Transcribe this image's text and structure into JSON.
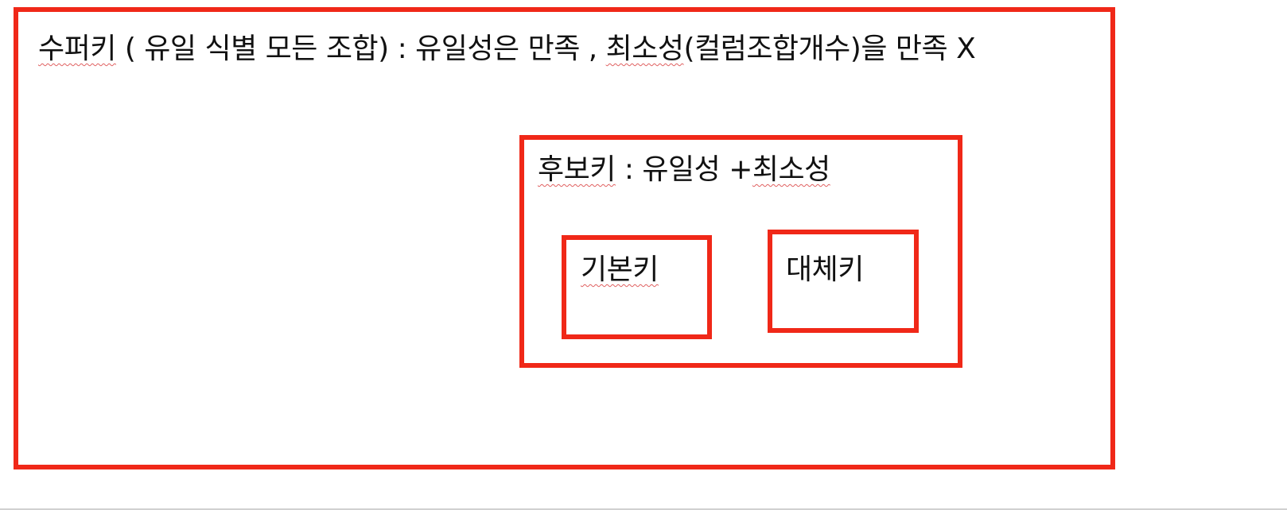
{
  "diagram": {
    "border_color": "#f02818",
    "super_key": {
      "term": "수퍼키",
      "description": " ( 유일 식별 모든 조합) : 유일성은 만족 , ",
      "term2": "최소성",
      "description2": "(컬럼조합개수)을 만족 X"
    },
    "candidate_key": {
      "term": "후보키",
      "description": " : 유일성 +",
      "term2": "최소성"
    },
    "primary_key": {
      "term": "기본키"
    },
    "alternate_key": {
      "term": "대체키"
    }
  }
}
